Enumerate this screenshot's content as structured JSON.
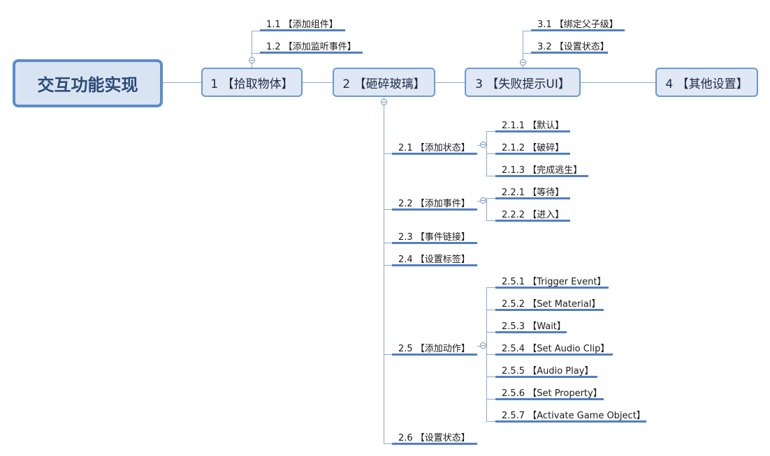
{
  "root": {
    "title": "交互功能实现"
  },
  "topics": [
    {
      "label": "1 【拾取物体】"
    },
    {
      "label": "2 【砸碎玻璃】"
    },
    {
      "label": "3 【失败提示UI】"
    },
    {
      "label": "4 【其他设置】"
    }
  ],
  "t1_children": [
    "1.1 【添加组件】",
    "1.2 【添加监听事件】"
  ],
  "t3_children": [
    "3.1 【绑定父子级】",
    "3.2 【设置状态】"
  ],
  "t2_children": [
    {
      "label": "2.1 【添加状态】",
      "children": [
        "2.1.1 【默认】",
        "2.1.2 【破碎】",
        "2.1.3 【完成逃生】"
      ]
    },
    {
      "label": "2.2 【添加事件】",
      "children": [
        "2.2.1 【等待】",
        "2.2.2 【进入】"
      ]
    },
    {
      "label": "2.3 【事件链接】",
      "children": []
    },
    {
      "label": "2.4 【设置标签】",
      "children": []
    },
    {
      "label": "2.5 【添加动作】",
      "children": [
        "2.5.1 【Trigger Event】",
        "2.5.2 【Set Material】",
        "2.5.3 【Wait】",
        "2.5.4 【Set Audio Clip】",
        "2.5.5 【Audio Play】",
        "2.5.6 【Set Property】",
        "2.5.7 【Activate Game Object】"
      ]
    },
    {
      "label": "2.6 【设置状态】",
      "children": []
    }
  ],
  "colors": {
    "accent": "#5b8ccd",
    "underline": "#4f7fc4",
    "line": "#8aa9cf",
    "fill": "#dfe8f4"
  }
}
